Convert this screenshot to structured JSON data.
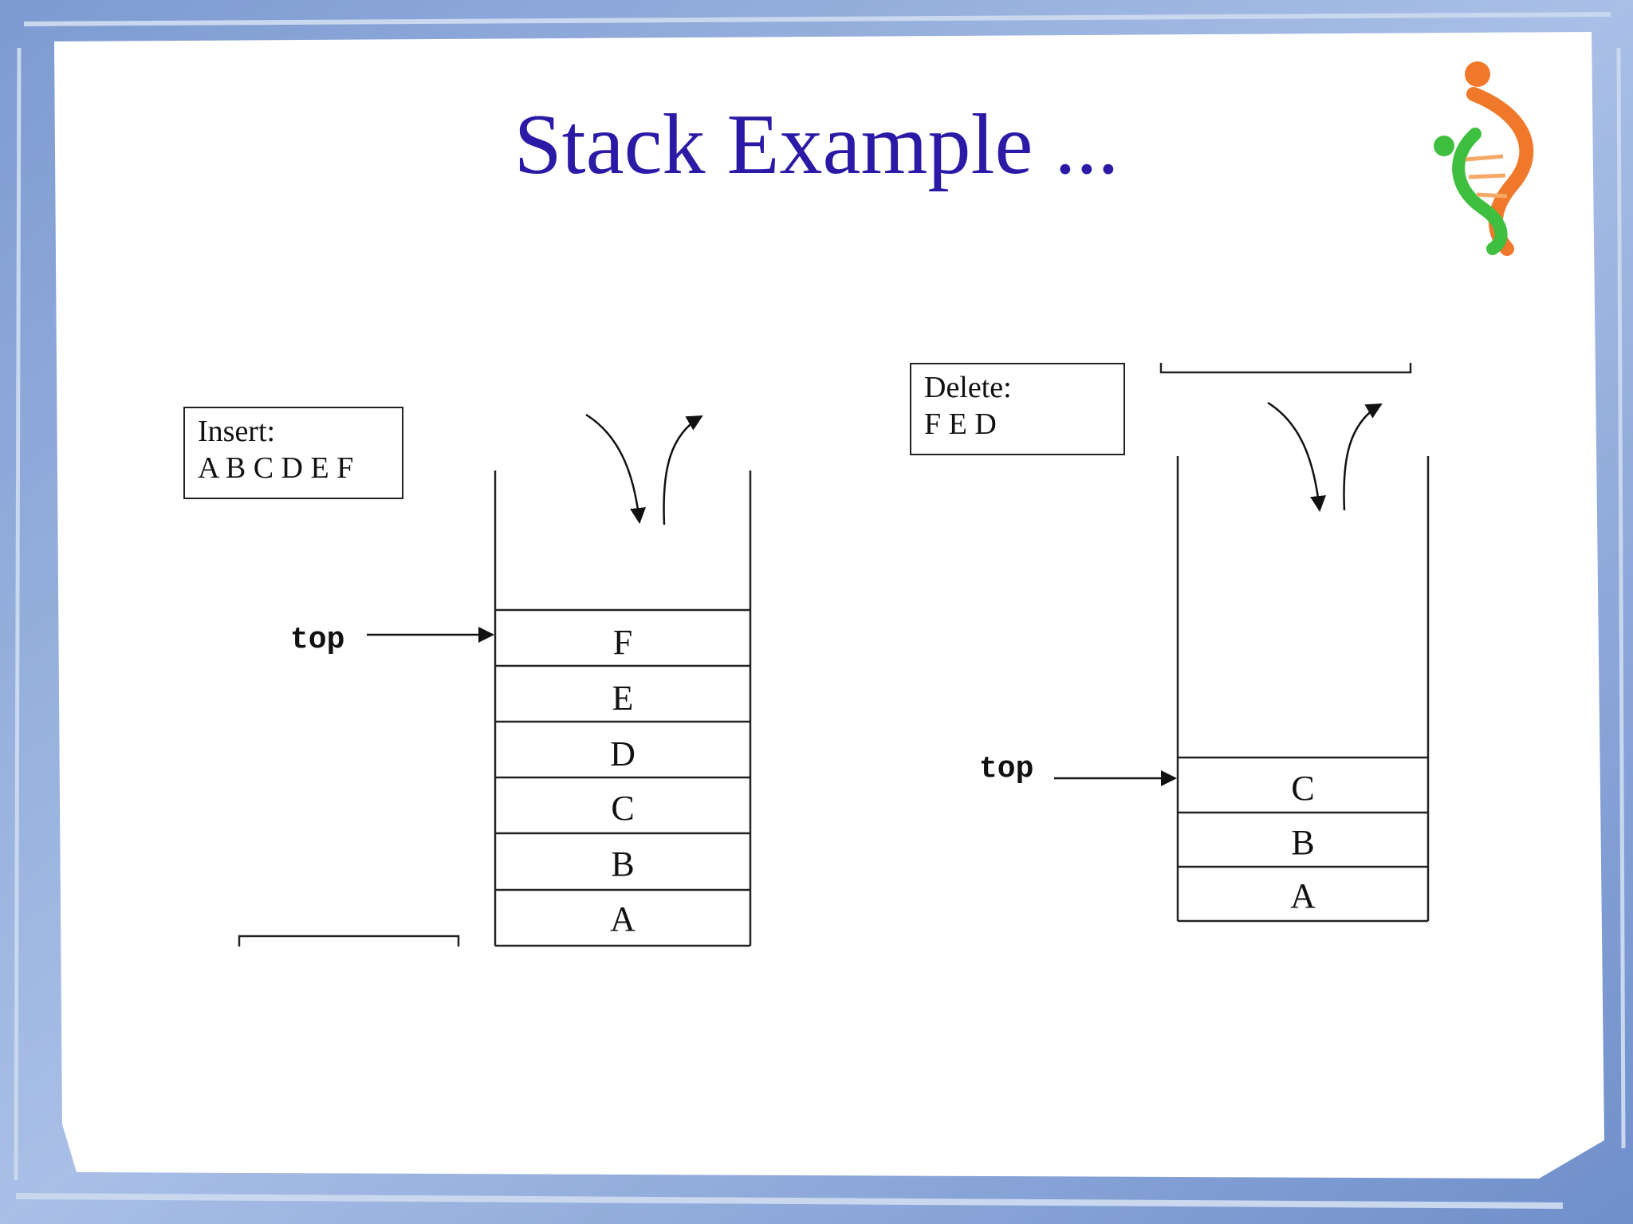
{
  "slide": {
    "title": "Stack Example ..."
  },
  "insert_panel": {
    "heading": "Insert:",
    "sequence": "A B C D E F",
    "top_label": "top",
    "stack_items": [
      "F",
      "E",
      "D",
      "C",
      "B",
      "A"
    ]
  },
  "delete_panel": {
    "heading": "Delete:",
    "sequence": "F E D",
    "top_label": "top",
    "stack_items": [
      "C",
      "B",
      "A"
    ]
  },
  "colors": {
    "title": "#2a1aa6",
    "frame": "#8aa6d6",
    "logo_orange": "#f0782a",
    "logo_green": "#3fbf3f"
  },
  "icons": [
    "dna-logo-icon"
  ]
}
